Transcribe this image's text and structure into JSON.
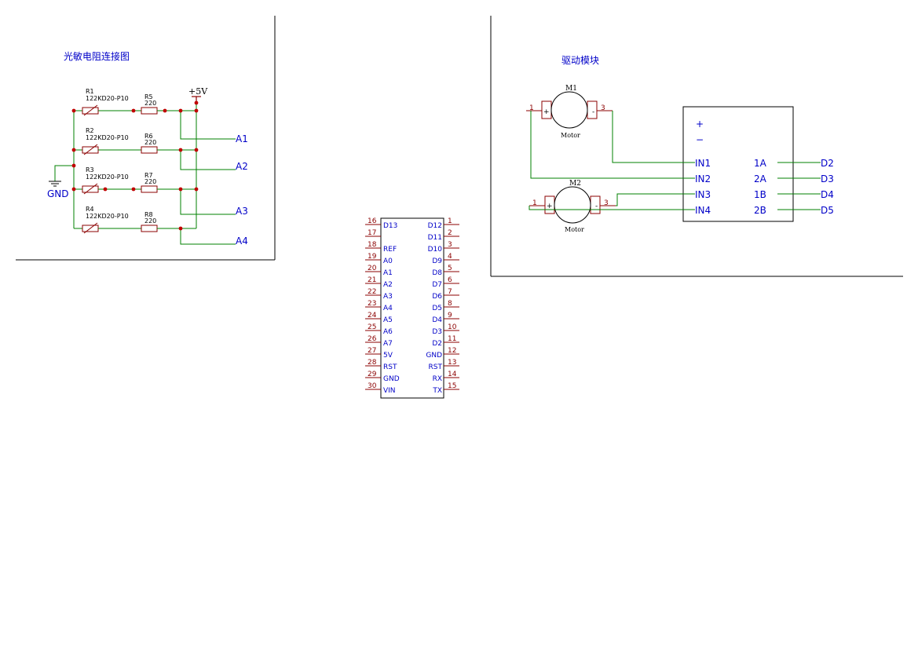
{
  "photo_section": {
    "title": "光敏电阻连接图",
    "power_label": "+5V",
    "ground_label": "GND",
    "resistors": [
      {
        "ldr_ref": "R1",
        "ldr_value": "122KD20-P10",
        "ref": "R5",
        "value": "220",
        "net": "A1"
      },
      {
        "ldr_ref": "R2",
        "ldr_value": "122KD20-P10",
        "ref": "R6",
        "value": "220",
        "net": "A2"
      },
      {
        "ldr_ref": "R3",
        "ldr_value": "122KD20-P10",
        "ref": "R7",
        "value": "220",
        "net": "A3"
      },
      {
        "ldr_ref": "R4",
        "ldr_value": "122KD20-P10",
        "ref": "R8",
        "value": "220",
        "net": "A4"
      }
    ]
  },
  "mcu": {
    "left_pins": [
      {
        "num": "16",
        "name": "D13"
      },
      {
        "num": "17",
        "name": ""
      },
      {
        "num": "18",
        "name": "REF"
      },
      {
        "num": "19",
        "name": "A0"
      },
      {
        "num": "20",
        "name": "A1"
      },
      {
        "num": "21",
        "name": "A2"
      },
      {
        "num": "22",
        "name": "A3"
      },
      {
        "num": "23",
        "name": "A4"
      },
      {
        "num": "24",
        "name": "A5"
      },
      {
        "num": "25",
        "name": "A6"
      },
      {
        "num": "26",
        "name": "A7"
      },
      {
        "num": "27",
        "name": "5V"
      },
      {
        "num": "28",
        "name": "RST"
      },
      {
        "num": "29",
        "name": "GND"
      },
      {
        "num": "30",
        "name": "VIN"
      }
    ],
    "right_pins": [
      {
        "num": "1",
        "name": "D12"
      },
      {
        "num": "2",
        "name": "D11"
      },
      {
        "num": "3",
        "name": "D10"
      },
      {
        "num": "4",
        "name": "D9"
      },
      {
        "num": "5",
        "name": "D8"
      },
      {
        "num": "6",
        "name": "D7"
      },
      {
        "num": "7",
        "name": "D6"
      },
      {
        "num": "8",
        "name": "D5"
      },
      {
        "num": "9",
        "name": "D4"
      },
      {
        "num": "10",
        "name": "D3"
      },
      {
        "num": "11",
        "name": "D2"
      },
      {
        "num": "12",
        "name": "GND"
      },
      {
        "num": "13",
        "name": "RST"
      },
      {
        "num": "14",
        "name": "RX"
      },
      {
        "num": "15",
        "name": "TX"
      }
    ]
  },
  "driver_section": {
    "title": "驱动模块",
    "motors": [
      {
        "ref": "M1",
        "label": "Motor",
        "pin_left": "1",
        "pin_right": "3",
        "plus": "+",
        "minus": "-"
      },
      {
        "ref": "M2",
        "label": "Motor",
        "pin_left": "1",
        "pin_right": "3",
        "plus": "+",
        "minus": "-"
      }
    ],
    "module": {
      "plus": "+",
      "minus": "−",
      "inputs": [
        "IN1",
        "IN2",
        "IN3",
        "IN4"
      ],
      "outputs": [
        "1A",
        "2A",
        "1B",
        "2B"
      ],
      "nets": [
        "D2",
        "D3",
        "D4",
        "D5"
      ]
    }
  },
  "colors": {
    "wire": "#008000",
    "component": "#8b0000",
    "junction": "#c00000",
    "label": "#0000c8",
    "frame": "#000000"
  }
}
